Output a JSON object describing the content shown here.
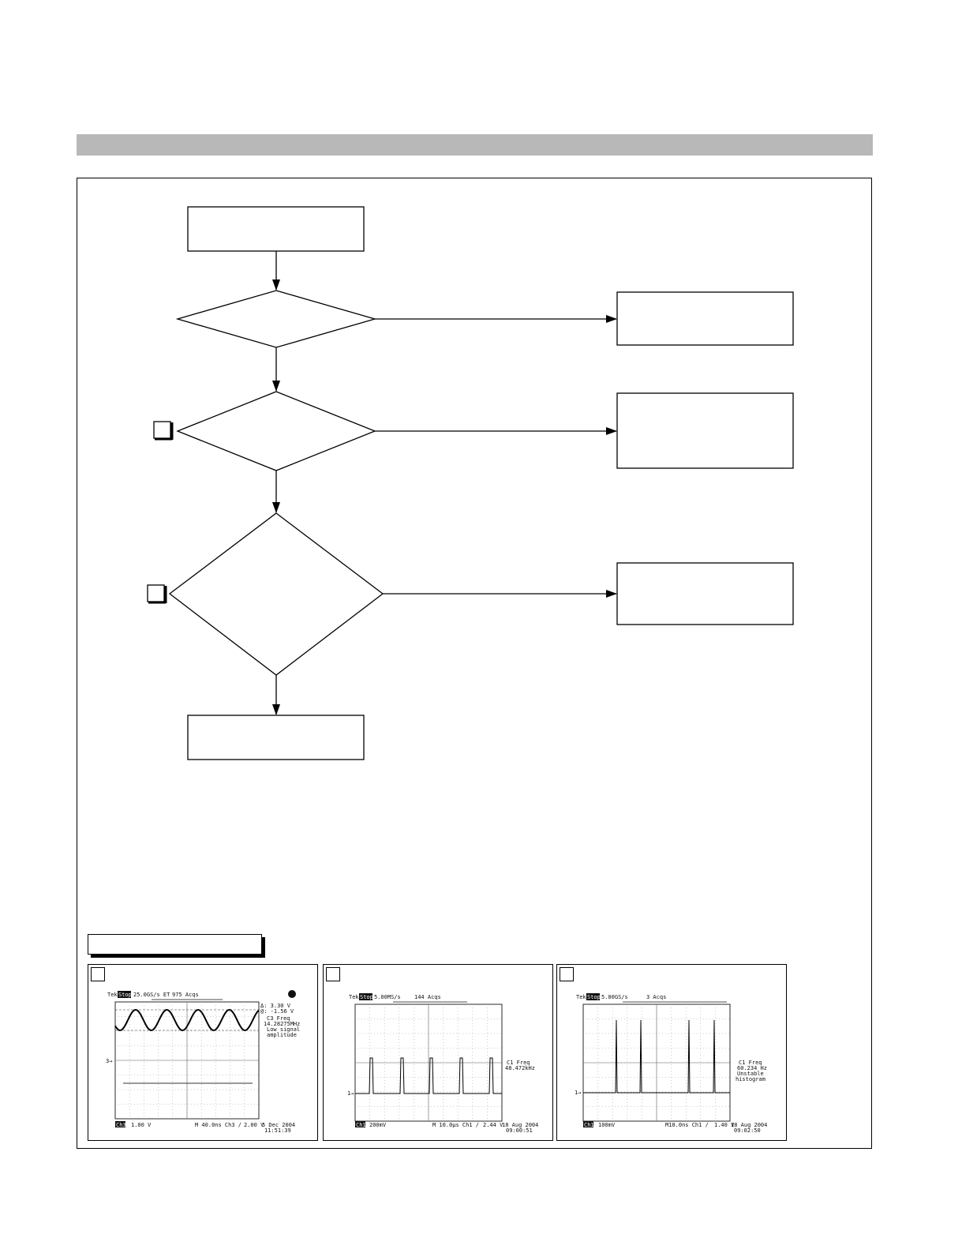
{
  "diagram": {
    "title": "",
    "boxes": {
      "start": "",
      "end": "",
      "result1": "",
      "result2": "",
      "result3": ""
    },
    "decisions": {
      "d1": "",
      "d2": "",
      "d3": ""
    },
    "section_label": ""
  },
  "scopes": [
    {
      "tek": "Tek",
      "stop": "Stop",
      "rate": "25.0GS/s ET",
      "acqs": "975 Acqs",
      "ch_box": "Ch3",
      "ch_scale": "1.00 V",
      "timebase": "M 40.0ns  Ch3 ∕",
      "trigger": "2.00 V",
      "date": "5 Dec 2004",
      "time": "11:51:39",
      "readouts": [
        "Δ: 3.30 V",
        "@: -1.56 V",
        "C3 Freq",
        "14.28275MHz",
        "Low signal",
        "amplitude"
      ],
      "marker_ground": "3→"
    },
    {
      "tek": "Tek",
      "stop": "Stop",
      "rate": "5.00MS/s",
      "acqs": "144 Acqs",
      "ch_box": "Ch1",
      "ch_scale": "200mV",
      "timebase": "M 10.0µs  Ch1 ∕",
      "trigger": "2.44 V",
      "date": "18 Aug 2004",
      "time": "09:00:51",
      "readouts": [
        "C1 Freq",
        "48.472kHz"
      ],
      "marker_ground": "1→"
    },
    {
      "tek": "Tek",
      "stop": "Stop",
      "rate": "5.00GS/s",
      "acqs": "3 Acqs",
      "ch_box": "Ch1",
      "ch_scale": "100mV",
      "timebase": "M10.0ns  Ch1 ∕",
      "trigger": "1.40 V",
      "date": "18 Aug 2004",
      "time": "09:02:50",
      "readouts": [
        "C1 Freq",
        "60.234 Hz",
        "Unstable",
        "histogram"
      ],
      "marker_ground": "1→"
    }
  ]
}
